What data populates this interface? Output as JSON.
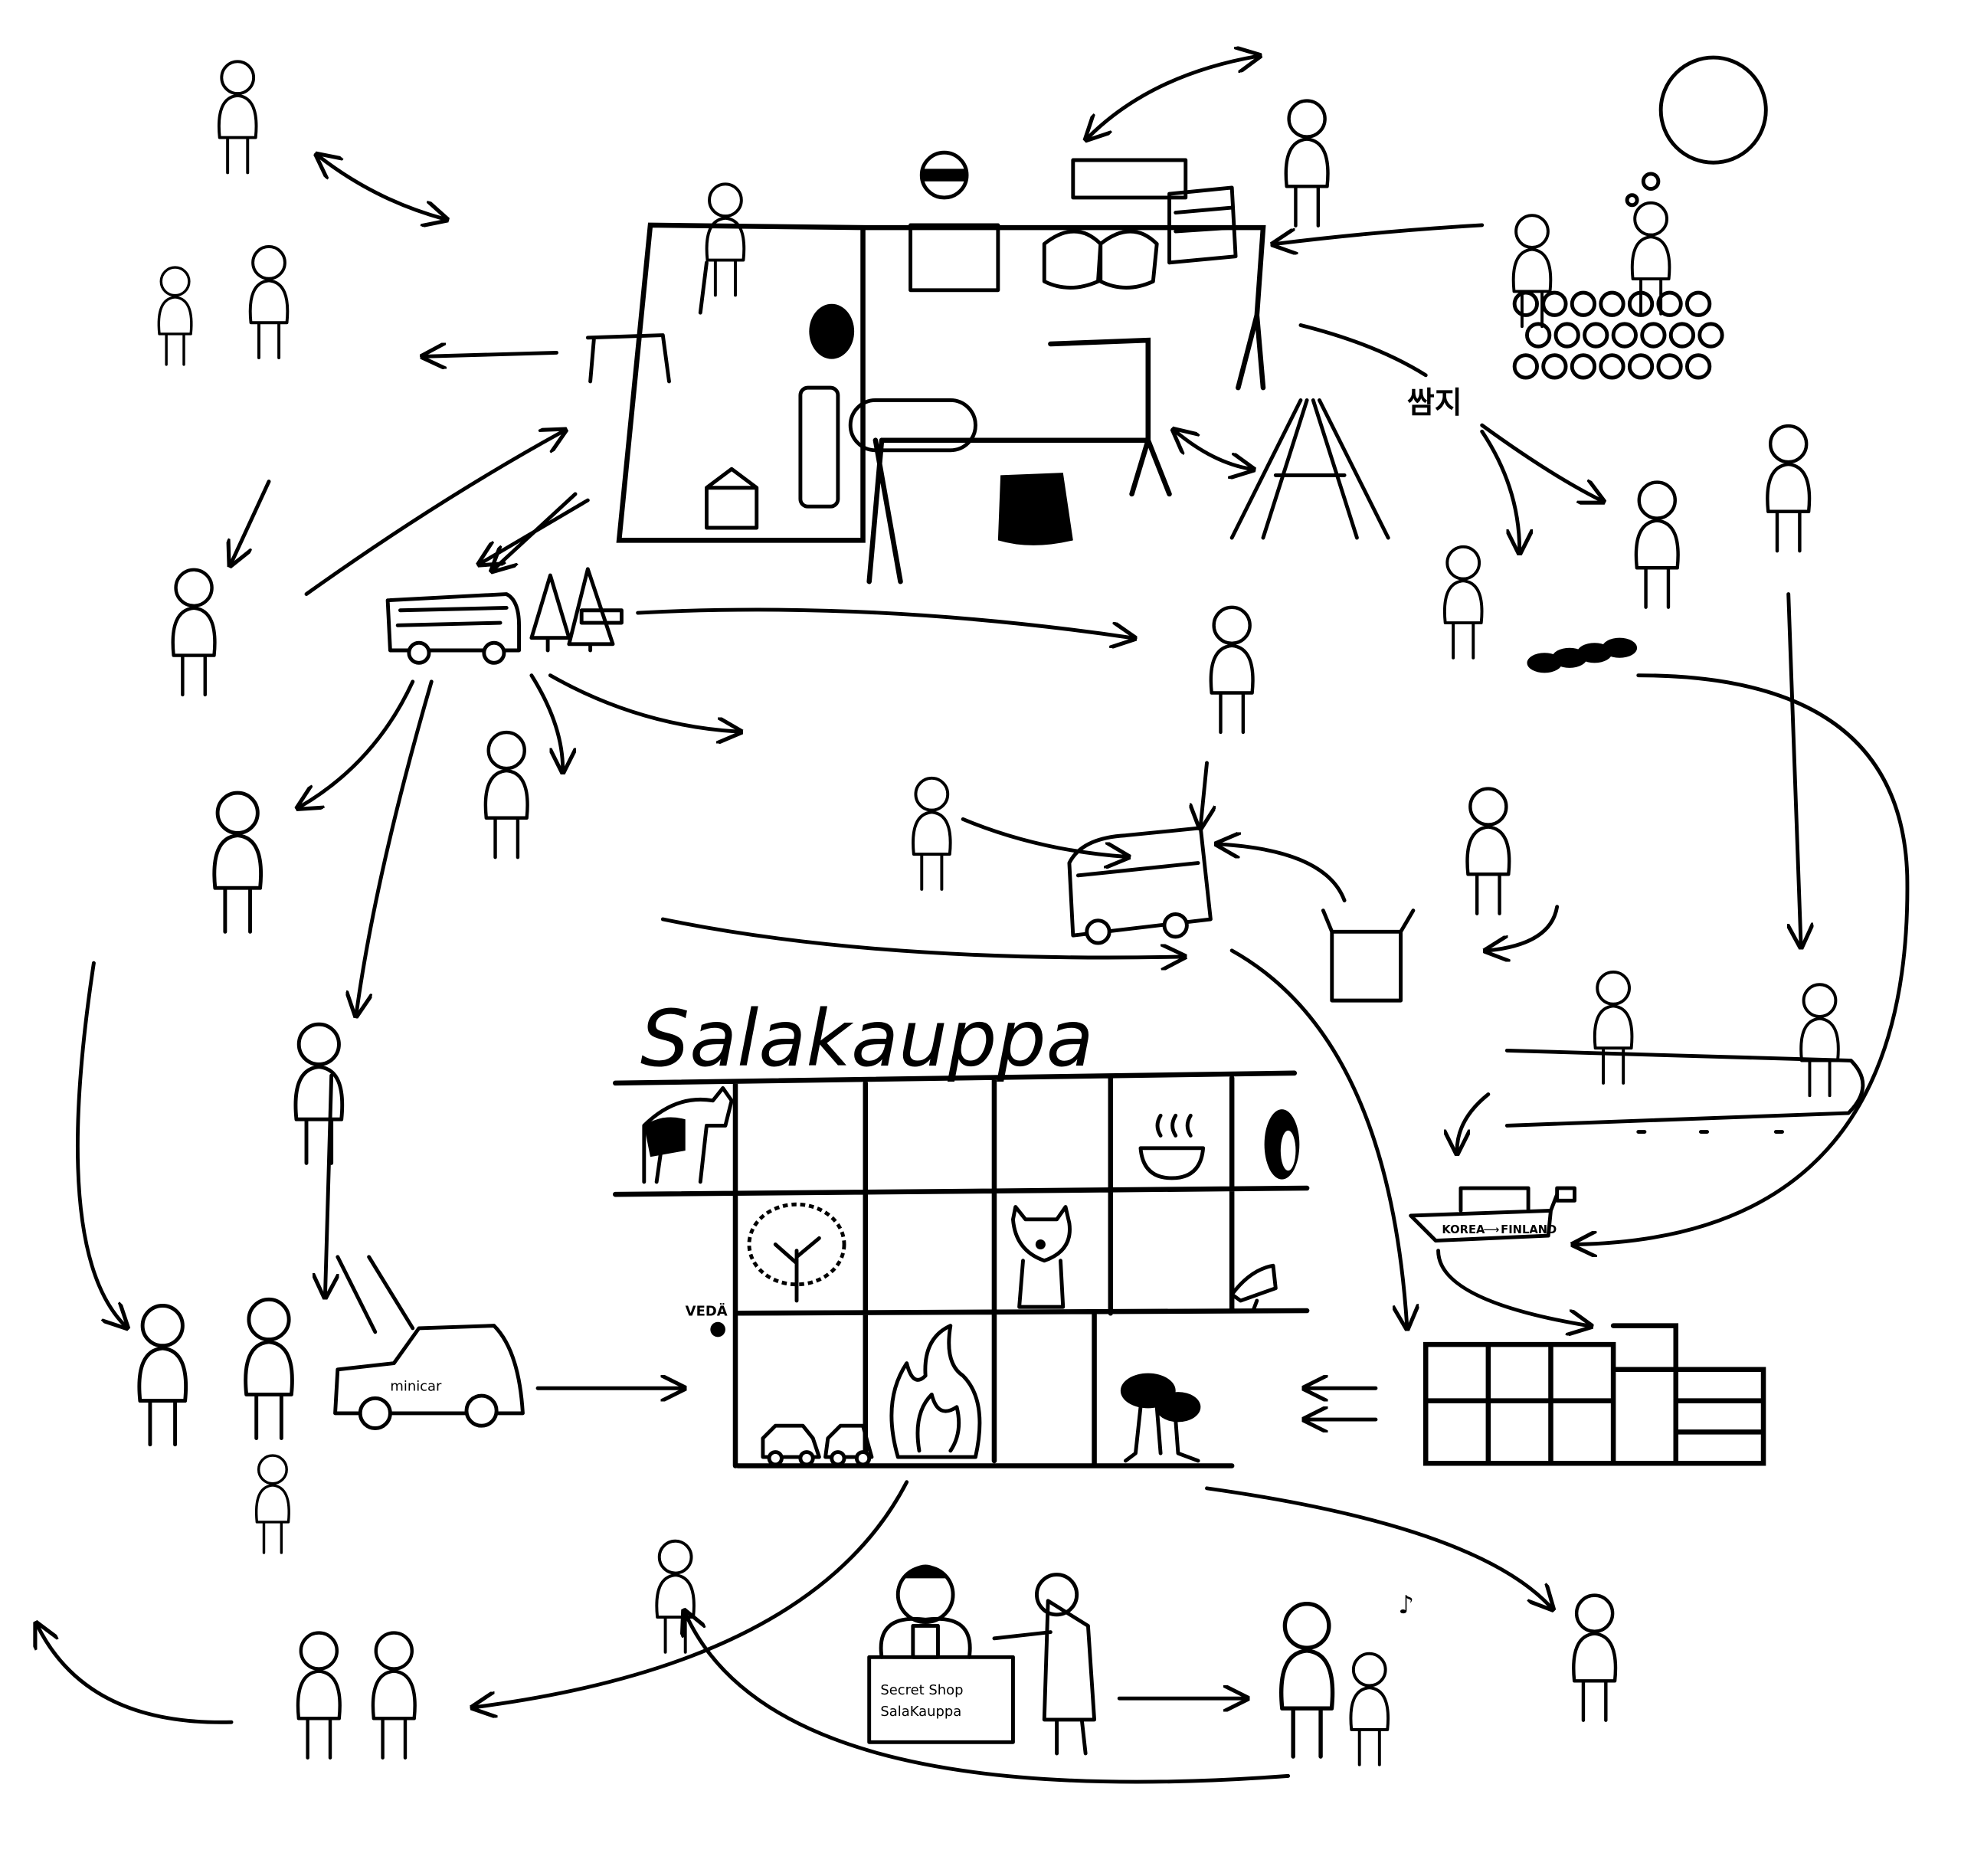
{
  "title": "Salakauppa",
  "labels": {
    "pull_sign": "VEDÄ",
    "car": "minicar",
    "ship_from": "KOREA",
    "ship_to": "FINLAND",
    "korean_brand": "쌈지",
    "shop_bag_line1": "Secret Shop",
    "shop_bag_line2": "SalaKauppa",
    "music_note": "♪"
  },
  "colors": {
    "ink": "#000000",
    "paper": "#ffffff"
  }
}
